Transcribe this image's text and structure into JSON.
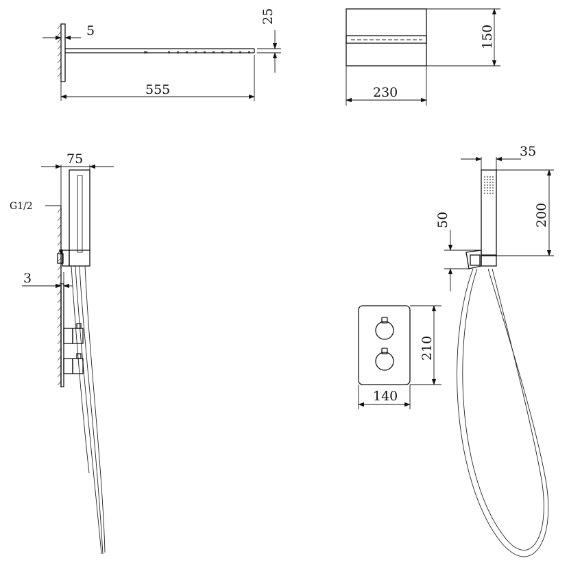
{
  "dimensions": {
    "shower_head_wall_gap": "5",
    "shower_head_length": "555",
    "shower_head_thickness": "25",
    "shower_head_width": "230",
    "shower_head_front_height": "150",
    "hand_shower_depth": "75",
    "thread": "G1/2",
    "plate_thickness": "3",
    "hand_shower_width": "35",
    "hand_shower_height": "200",
    "holder_height": "50",
    "valve_plate_height": "210",
    "valve_plate_width": "140"
  }
}
